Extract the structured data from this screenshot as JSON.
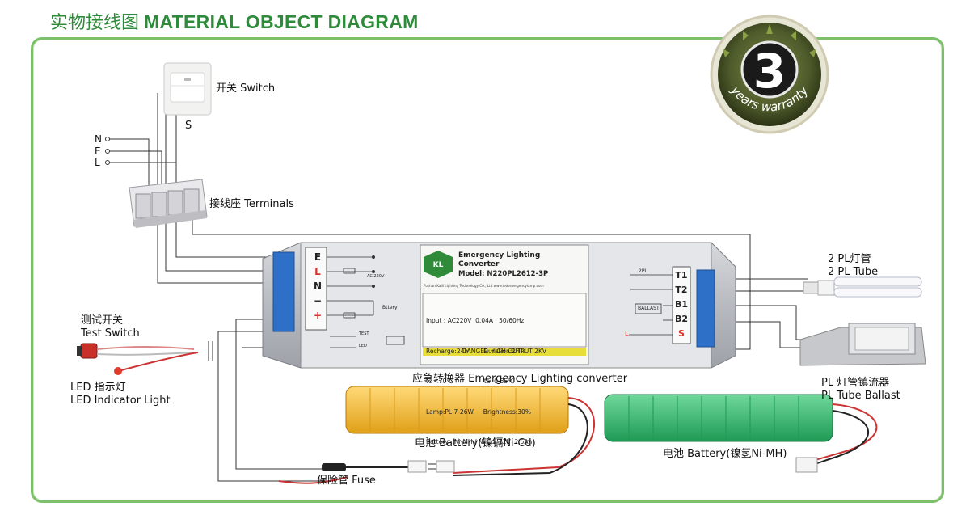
{
  "title": {
    "cn": "实物接线图",
    "en": "MATERIAL OBJECT DIAGRAM"
  },
  "warranty": {
    "number": "3",
    "text": "years warranty"
  },
  "switch": {
    "label": "开关 Switch",
    "pin": "S"
  },
  "mains": {
    "n": "N",
    "e": "E",
    "l": "L"
  },
  "terminals": {
    "label": "接线座 Terminals"
  },
  "tube": {
    "line1": "2 PL灯管",
    "line2": "2 PL Tube"
  },
  "test_switch": {
    "line1": "测试开关",
    "line2": "Test Switch"
  },
  "led": {
    "line1": "LED 指示灯",
    "line2": "LED Indicator Light"
  },
  "converter": {
    "caption": "应急转换器 Emergency  Lighting  converter",
    "brand": "KL",
    "name_line1": "Emergency Lighting",
    "name_line2": "Converter",
    "model": "Model: N220PL2612-3P",
    "company": "Foshan Kaili Lighting Technology Co., Ltd   www.ledemergencylamp.com",
    "specs": [
      "Input : AC220V  0.04A   50/60Hz",
      "Recharge:24h        Duration:2Hrs",
      "tc <70℃                ta  0-55℃",
      "Lamp:PL 7-26W     Brightness:30%",
      "Battery : Ni-MH / Ni-Cd  12V  2.5Ah"
    ],
    "danger": "DANGER  HIGH OUTPUT  2KV",
    "left_terms": [
      "E",
      "L",
      "N",
      "−",
      "+"
    ],
    "right_terms": [
      "T1",
      "T2",
      "B1",
      "B2",
      "S"
    ],
    "ac_label": "AC 220V",
    "battery_label": "Bttery",
    "test_label": "TEST",
    "led_label": "LED",
    "pl_label": "2PL",
    "ballast_label": "BALLAST",
    "l_label": "L"
  },
  "ballast": {
    "line1": "PL 灯管镇流器",
    "line2": "PL Tube  Ballast"
  },
  "battery_nicd": {
    "label": "电池 Battery(镍镉Ni-Cd)"
  },
  "battery_nimh": {
    "label": "电池 Battery(镍氢Ni-MH)"
  },
  "fuse": {
    "label": "保险管 Fuse"
  },
  "colors": {
    "accent": "#2e8b3a",
    "frame": "#7cc06a",
    "ni_cd": "#f2b733",
    "ni_mh": "#2fb86a",
    "danger": "#e8de3a",
    "term_red": "#d9322a"
  }
}
